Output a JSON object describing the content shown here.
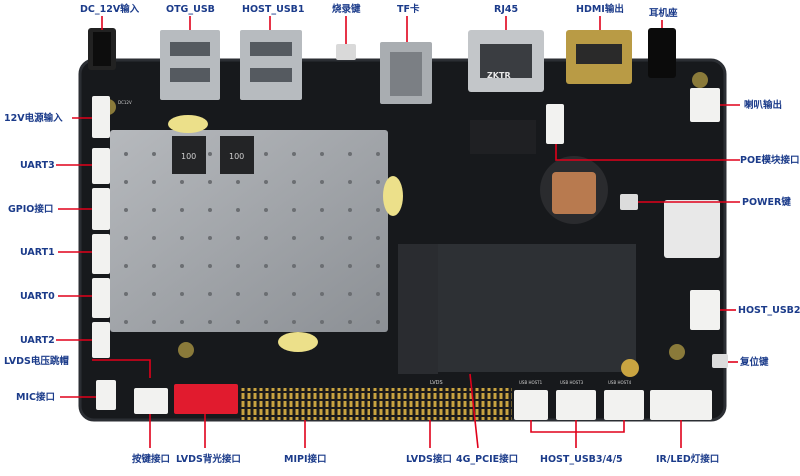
{
  "title": "",
  "labels": {
    "dc_12v": "DC_12V输入",
    "otg_usb": "OTG_USB",
    "host_usb1": "HOST_USB1",
    "burn_key": "烧录键",
    "tf_card": "TF卡",
    "rj45": "RJ45",
    "hdmi_out": "HDMI输出",
    "earphone": "耳机座",
    "power_12v_in": "12V电源输入",
    "uart3": "UART3",
    "gpio": "GPIO接口",
    "uart1": "UART1",
    "uart0": "UART0",
    "uart2": "UART2",
    "lvds_voltage_jumper": "LVDS电压跳帽",
    "mic": "MIC接口",
    "speaker_out": "喇叭输出",
    "poe": "POE模块接口",
    "power_key": "POWER键",
    "host_usb2": "HOST_USB2",
    "reset_key": "复位键",
    "button_if": "按键接口",
    "lvds_backlight": "LVDS背光接口",
    "mipi": "MIPI接口",
    "lvds_if": "LVDS接口",
    "pcie_4g": "4G_PCIE接口",
    "host_usb345": "HOST_USB3/4/5",
    "ir_led": "IR/LED灯接口"
  },
  "silkscreen": {
    "lvds": "LVDS",
    "usb_host1": "USB HOST1",
    "usb_host2": "USB HOST3",
    "usb_host3": "USB HOST4",
    "rj45_brand": "ZKTR",
    "dc_mark": "DC12V"
  },
  "colors": {
    "label": "#1b3b8a",
    "leader": "#e0001a",
    "pcb": "#17191c",
    "shield": "#9ea2a7",
    "connector_white": "#f2f2f0",
    "backlight_red": "#e11b2e"
  }
}
